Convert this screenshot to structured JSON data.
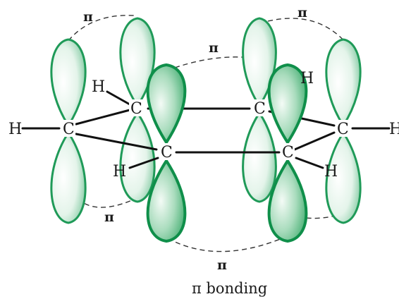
{
  "diagram": {
    "pi_labels": [
      "π",
      "π",
      "π",
      "π",
      "π"
    ],
    "atoms": {
      "carbon": "C",
      "hydrogen": "H",
      "partial_h": "H"
    },
    "caption": "π bonding",
    "colors": {
      "lobe_dark": "#119a54",
      "lobe_light": "#2aa868",
      "lobe_fill_light": "#eaf6ee",
      "lobe_fill_dark": "#c6e8d3"
    }
  }
}
